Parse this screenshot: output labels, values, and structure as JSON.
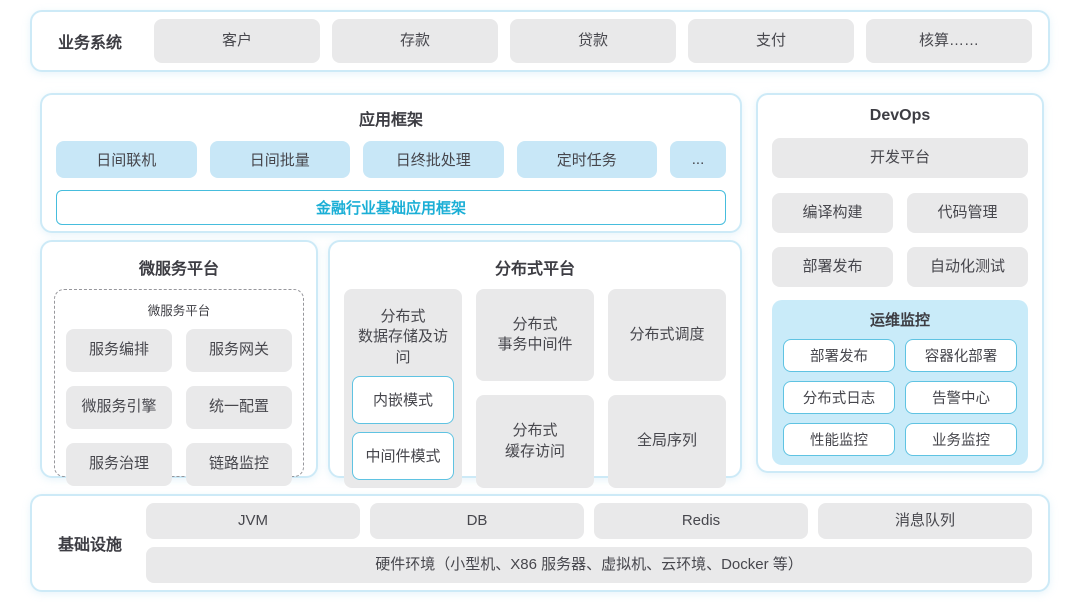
{
  "colors": {
    "section_border": "#cdeaf7",
    "blue_fill": "#c8e7f7",
    "gray_fill": "#e9e9ea",
    "monitor_fill": "#c9ebf9",
    "cyan_border": "#5fc3e2",
    "cyan_text": "#1cafd6",
    "text": "#46464c"
  },
  "business": {
    "label": "业务系统",
    "items": [
      "客户",
      "存款",
      "贷款",
      "支付",
      "核算……"
    ]
  },
  "app_framework": {
    "title": "应用框架",
    "items": [
      "日间联机",
      "日间批量",
      "日终批处理",
      "定时任务",
      "..."
    ],
    "base": "金融行业基础应用框架"
  },
  "devops": {
    "title": "DevOps",
    "dev_platform": "开发平台",
    "tools": [
      "编译构建",
      "代码管理",
      "部署发布",
      "自动化测试"
    ],
    "monitoring": {
      "title": "运维监控",
      "items": [
        "部署发布",
        "容器化部署",
        "分布式日志",
        "告警中心",
        "性能监控",
        "业务监控"
      ]
    }
  },
  "microservice": {
    "title": "微服务平台",
    "inner_title": "微服务平台",
    "items": [
      "服务编排",
      "服务网关",
      "微服务引擎",
      "统一配置",
      "服务治理",
      "链路监控"
    ]
  },
  "distributed": {
    "title": "分布式平台",
    "storage": {
      "title": "分布式\n数据存储及访问",
      "modes": [
        "内嵌模式",
        "中间件模式"
      ]
    },
    "items": [
      "分布式\n事务中间件",
      "分布式调度",
      "分布式\n缓存访问",
      "全局序列"
    ]
  },
  "infrastructure": {
    "label": "基础设施",
    "items": [
      "JVM",
      "DB",
      "Redis",
      "消息队列"
    ],
    "hardware": "硬件环境（小型机、X86 服务器、虚拟机、云环境、Docker 等）"
  }
}
